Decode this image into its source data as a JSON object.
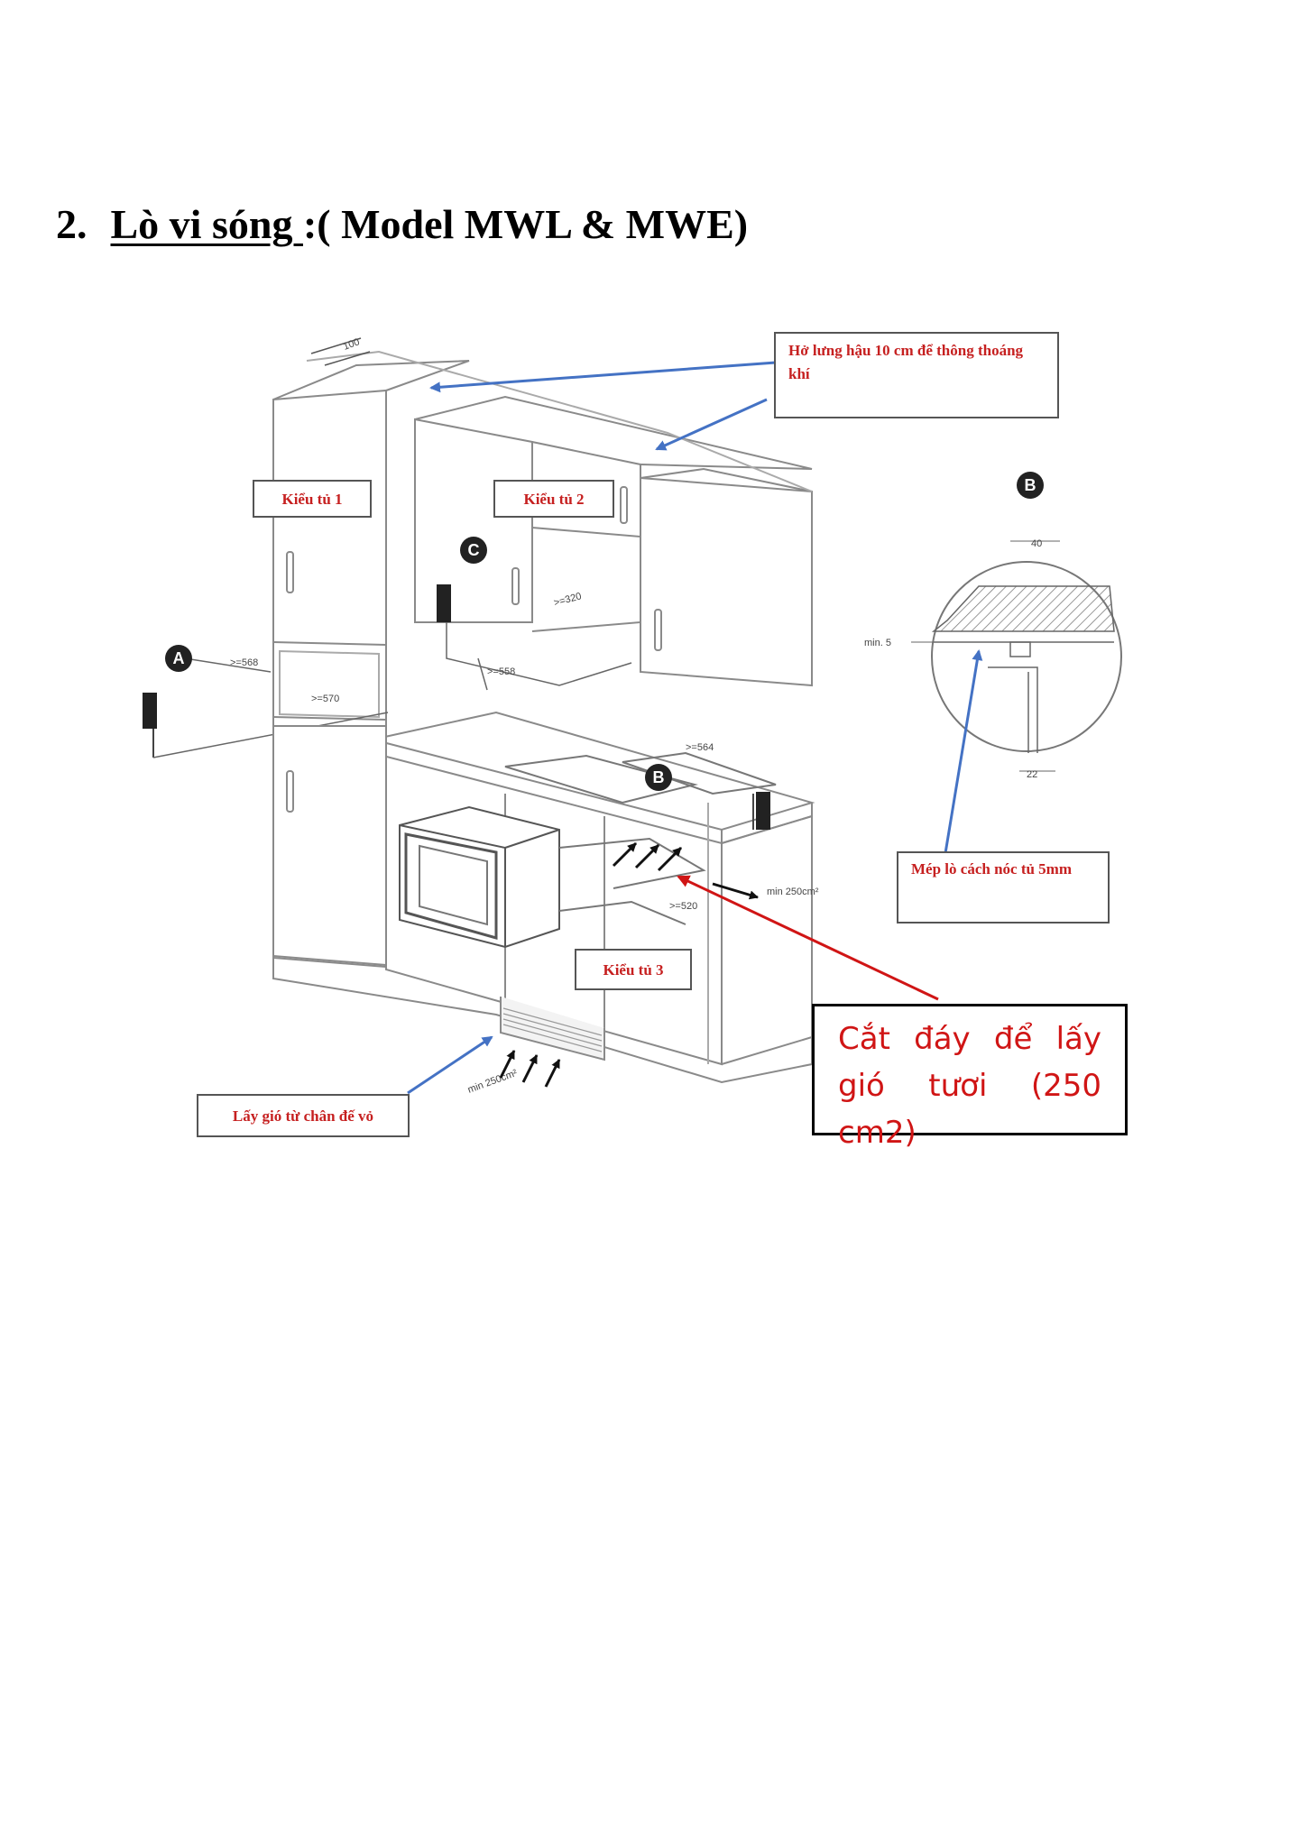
{
  "heading": {
    "number": "2.",
    "underlined": "Lò vi sóng ",
    "rest": ":( Model MWL & MWE)"
  },
  "diagram": {
    "callouts": {
      "rear_gap": "Hở lưng hậu 10 cm để thông thoáng khí",
      "cabinet_1": "Kiểu tủ 1",
      "cabinet_2": "Kiểu tủ 2",
      "cabinet_3": "Kiểu tủ 3",
      "oven_edge": "Mép lò cách nóc tủ 5mm",
      "cut_bottom": "Cắt đáy để lấy gió tươi (250 cm2)",
      "plinth_air": "Lấy gió từ chân đế vỏ"
    },
    "markers": {
      "a": "A",
      "b": "B",
      "c": "C",
      "b_detail": "B"
    },
    "dimensions": {
      "rear_100": "100",
      "d_568": ">=568",
      "d_570": ">=570",
      "d_320": ">=320",
      "d_558": ">=558",
      "d_564": ">=564",
      "d_520": ">=520",
      "min_250_right": "min 250cm²",
      "min_250_plinth": "min 250cm²",
      "detail_40": "40",
      "detail_min5": "min. 5",
      "detail_22": "22"
    }
  },
  "colors": {
    "callout_text": "#c62020",
    "arrow_blue": "#4472c4",
    "arrow_red": "#d01515"
  }
}
